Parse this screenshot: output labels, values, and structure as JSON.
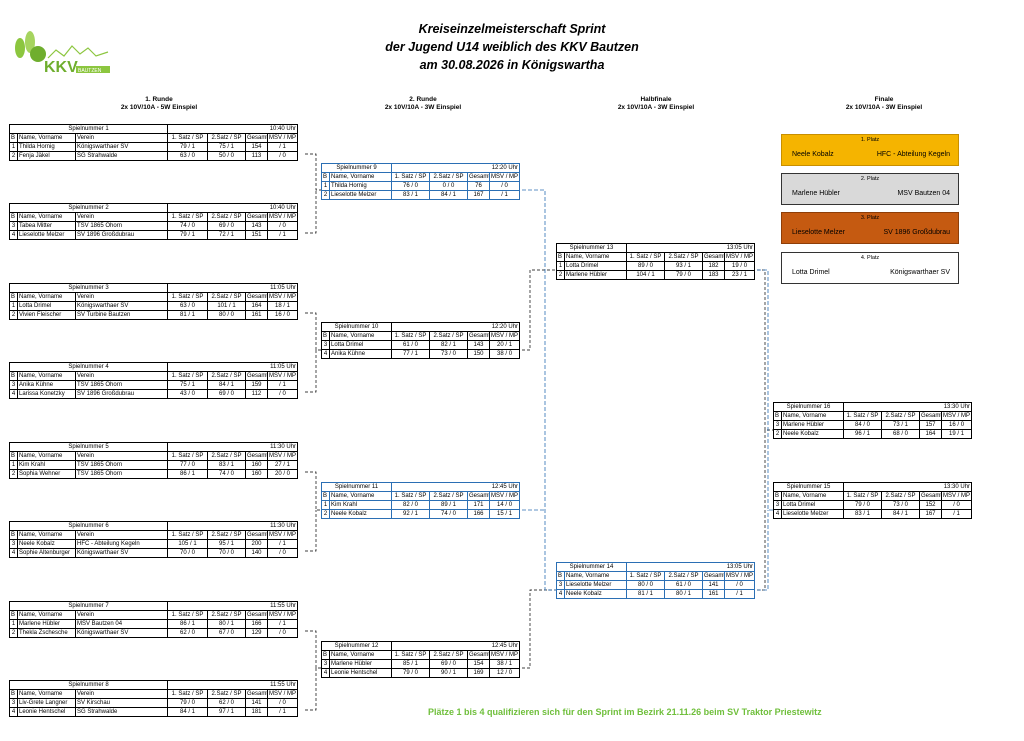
{
  "title_lines": [
    "Kreiseinzelmeisterschaft Sprint",
    "der Jugend U14 weiblich des KKV Bautzen",
    "am 30.08.2026 in Königswartha"
  ],
  "logo_text": "KKV",
  "logo_subtext": "BAUTZEN",
  "rounds": [
    {
      "title": "1. Runde",
      "sub": "2x 10V/10A - 5W Einspiel"
    },
    {
      "title": "2. Runde",
      "sub": "2x 10V/10A - 3W Einspiel"
    },
    {
      "title": "Halbfinale",
      "sub": "2x 10V/10A - 3W Einspiel"
    },
    {
      "title": "Finale",
      "sub": "2x 10V/10A - 3W Einspiel"
    }
  ],
  "headers": [
    "B",
    "Name, Vorname",
    "Verein",
    "1. Satz / SP",
    "2.Satz / SP",
    "Gesamt",
    "MSV / MP"
  ],
  "matches": [
    {
      "label": "Spielnummer 1",
      "time": "10:40 Uhr",
      "rows": [
        [
          "1",
          "Thilda Hornig",
          "Königswarthaer SV",
          "79 / 1",
          "75 / 1",
          "154",
          "/ 1"
        ],
        [
          "2",
          "Fenja Jäkel",
          "SG Strahwalde",
          "63 / 0",
          "50 / 0",
          "113",
          "/ 0"
        ]
      ]
    },
    {
      "label": "Spielnummer 2",
      "time": "10:40 Uhr",
      "rows": [
        [
          "3",
          "Tabea Mitter",
          "TSV 1865 Ohorn",
          "74 / 0",
          "69 / 0",
          "143",
          "/ 0"
        ],
        [
          "4",
          "Lieselotte Melzer",
          "SV 1896 Großdubrau",
          "79 / 1",
          "72 / 1",
          "151",
          "/ 1"
        ]
      ]
    },
    {
      "label": "Spielnummer 3",
      "time": "11:05 Uhr",
      "rows": [
        [
          "1",
          "Lotta Drimel",
          "Königswarthaer SV",
          "63 / 0",
          "101 / 1",
          "164",
          "18 / 1"
        ],
        [
          "2",
          "Vivien Fleischer",
          "SV Turbine Bautzen",
          "81 / 1",
          "80 / 0",
          "161",
          "16 / 0"
        ]
      ]
    },
    {
      "label": "Spielnummer 4",
      "time": "11:05 Uhr",
      "rows": [
        [
          "3",
          "Anika Kühne",
          "TSV 1865 Ohorn",
          "75 / 1",
          "84 / 1",
          "159",
          "/ 1"
        ],
        [
          "4",
          "Larissa Konetzky",
          "SV 1896 Großdubrau",
          "43 / 0",
          "69 / 0",
          "112",
          "/ 0"
        ]
      ]
    },
    {
      "label": "Spielnummer 5",
      "time": "11:30 Uhr",
      "rows": [
        [
          "1",
          "Kim Krahl",
          "TSV 1865 Ohorn",
          "77 / 0",
          "83 / 1",
          "160",
          "27 / 1"
        ],
        [
          "2",
          "Sophia Wehner",
          "TSV 1865 Ohorn",
          "86 / 1",
          "74 / 0",
          "160",
          "20 / 0"
        ]
      ]
    },
    {
      "label": "Spielnummer 6",
      "time": "11:30 Uhr",
      "rows": [
        [
          "3",
          "Neele Kobalz",
          "HFC - Abteilung Kegeln",
          "105 / 1",
          "95 / 1",
          "200",
          "/ 1"
        ],
        [
          "4",
          "Sophie Altenburger",
          "Königswarthaer SV",
          "70 / 0",
          "70 / 0",
          "140",
          "/ 0"
        ]
      ]
    },
    {
      "label": "Spielnummer 7",
      "time": "11:55 Uhr",
      "rows": [
        [
          "1",
          "Marlene Hübler",
          "MSV Bautzen 04",
          "86 / 1",
          "80 / 1",
          "166",
          "/ 1"
        ],
        [
          "2",
          "Thekla Zschesche",
          "Königswarthaer SV",
          "62 / 0",
          "67 / 0",
          "129",
          "/ 0"
        ]
      ]
    },
    {
      "label": "Spielnummer 8",
      "time": "11:55 Uhr",
      "rows": [
        [
          "3",
          "Liv-Grete Langner",
          "SV Kirschau",
          "79 / 0",
          "62 / 0",
          "141",
          "/ 0"
        ],
        [
          "4",
          "Leonie Hentschel",
          "SG Strahwalde",
          "84 / 1",
          "97 / 1",
          "181",
          "/ 1"
        ]
      ]
    },
    {
      "label": "Spielnummer 9",
      "time": "12:20 Uhr",
      "rows": [
        [
          "1",
          "Thilda Hornig",
          "76 / 0",
          "0 / 0",
          "76",
          "/ 0"
        ],
        [
          "2",
          "Lieselotte Melzer",
          "83 / 1",
          "84 / 1",
          "167",
          "/ 1"
        ]
      ]
    },
    {
      "label": "Spielnummer 10",
      "time": "12:20 Uhr",
      "rows": [
        [
          "3",
          "Lotta Drimel",
          "61 / 0",
          "82 / 1",
          "143",
          "20 / 1"
        ],
        [
          "4",
          "Anika Kühne",
          "77 / 1",
          "73 / 0",
          "150",
          "38 / 0"
        ]
      ]
    },
    {
      "label": "Spielnummer 11",
      "time": "12:45 Uhr",
      "rows": [
        [
          "1",
          "Kim Krahl",
          "82 / 0",
          "89 / 1",
          "171",
          "14 / 0"
        ],
        [
          "2",
          "Neele Kobalz",
          "92 / 1",
          "74 / 0",
          "166",
          "15 / 1"
        ]
      ]
    },
    {
      "label": "Spielnummer 12",
      "time": "12:45 Uhr",
      "rows": [
        [
          "3",
          "Marlene Hübler",
          "85 / 1",
          "69 / 0",
          "154",
          "38 / 1"
        ],
        [
          "4",
          "Leonie Hentschel",
          "79 / 0",
          "90 / 1",
          "169",
          "12 / 0"
        ]
      ]
    },
    {
      "label": "Spielnummer 13",
      "time": "13:05 Uhr",
      "rows": [
        [
          "1",
          "Lotta Drimel",
          "89 / 0",
          "93 / 1",
          "182",
          "19 / 0"
        ],
        [
          "2",
          "Marlene Hübler",
          "104 / 1",
          "79 / 0",
          "183",
          "23 / 1"
        ]
      ]
    },
    {
      "label": "Spielnummer 14",
      "time": "13:05 Uhr",
      "rows": [
        [
          "3",
          "Lieselotte Melzer",
          "80 / 0",
          "61 / 0",
          "141",
          "/ 0"
        ],
        [
          "4",
          "Neele Kobalz",
          "81 / 1",
          "80 / 1",
          "161",
          "/ 1"
        ]
      ]
    },
    {
      "label": "Spielnummer 16",
      "time": "13:30 Uhr",
      "rows": [
        [
          "3",
          "Marlene Hübler",
          "84 / 0",
          "73 / 1",
          "157",
          "16 / 0"
        ],
        [
          "2",
          "Neele Kobalz",
          "96 / 1",
          "68 / 0",
          "164",
          "19 / 1"
        ]
      ]
    },
    {
      "label": "Spielnummer 15",
      "time": "13:30 Uhr",
      "rows": [
        [
          "3",
          "Lotta Drimel",
          "79 / 0",
          "73 / 0",
          "152",
          "/ 0"
        ],
        [
          "4",
          "Lieselotte Melzer",
          "83 / 1",
          "84 / 1",
          "167",
          "/ 1"
        ]
      ]
    }
  ],
  "places": [
    {
      "label": "1. Platz",
      "name": "Neele Kobalz",
      "club": "HFC - Abteilung Kegeln",
      "bg": "#f5b400"
    },
    {
      "label": "2. Platz",
      "name": "Marlene Hübler",
      "club": "MSV Bautzen 04",
      "bg": "#d9d9d9"
    },
    {
      "label": "3. Platz",
      "name": "Lieselotte Melzer",
      "club": "SV 1896 Großdubrau",
      "bg": "#c55a11"
    },
    {
      "label": "4. Platz",
      "name": "Lotta Drimel",
      "club": "Königswarthaer SV",
      "bg": "#ffffff"
    }
  ],
  "footer": "Plätze 1 bis 4 qualifizieren sich für den Sprint im Bezirk 21.11.26 beim SV Traktor Priestewitz",
  "colors": {
    "footer": "#6fbf3b",
    "blue_frame": "#2b6fb4",
    "logo_green": "#8cc63f"
  }
}
